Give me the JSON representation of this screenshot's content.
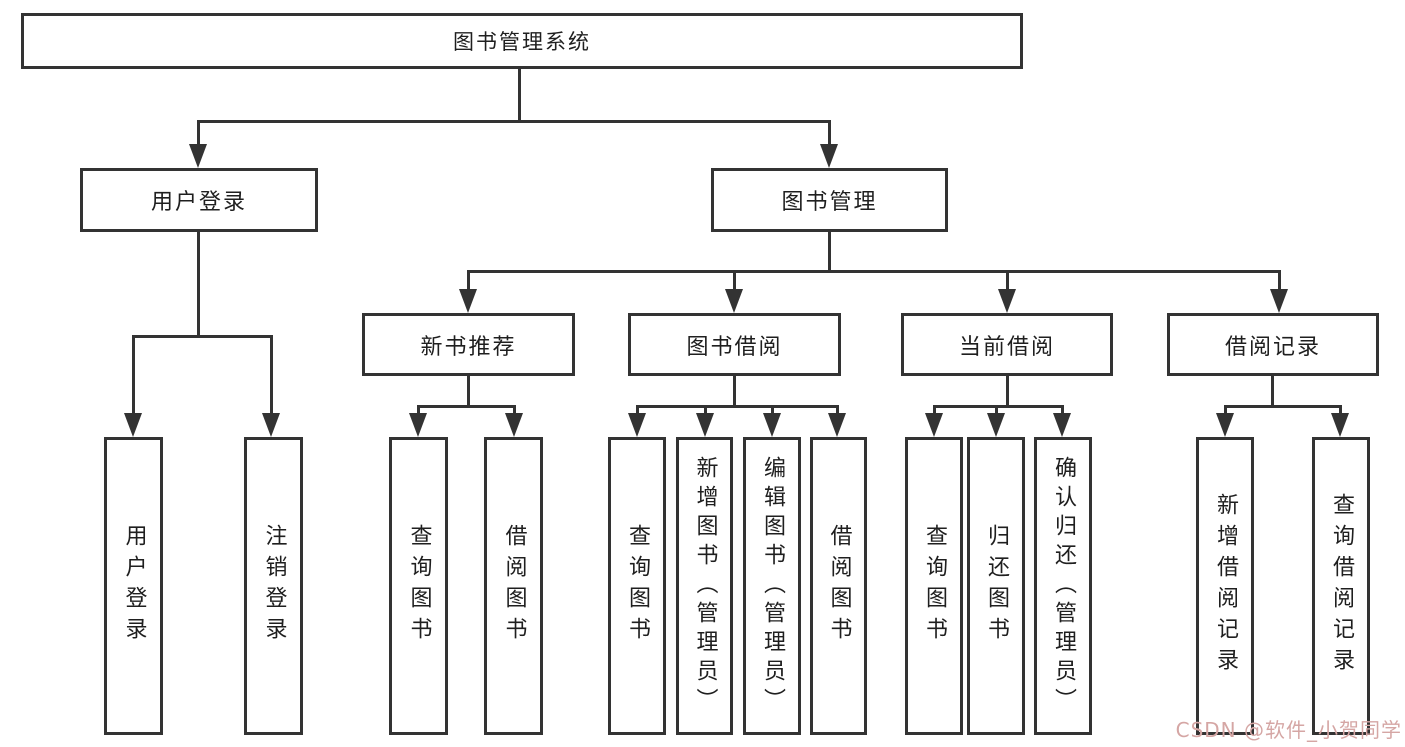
{
  "tree": {
    "label": "图书管理系统",
    "children": [
      {
        "label": "用户登录",
        "children": [
          {
            "label": "用户登录"
          },
          {
            "label": "注销登录"
          }
        ]
      },
      {
        "label": "图书管理",
        "children": [
          {
            "label": "新书推荐",
            "children": [
              {
                "label": "查询图书"
              },
              {
                "label": "借阅图书"
              }
            ]
          },
          {
            "label": "图书借阅",
            "children": [
              {
                "label": "查询图书"
              },
              {
                "label": "新增图书（管理员）"
              },
              {
                "label": "编辑图书（管理员）"
              },
              {
                "label": "借阅图书"
              }
            ]
          },
          {
            "label": "当前借阅",
            "children": [
              {
                "label": "查询图书"
              },
              {
                "label": "归还图书"
              },
              {
                "label": "确认归还（管理员）"
              }
            ]
          },
          {
            "label": "借阅记录",
            "children": [
              {
                "label": "新增借阅记录"
              },
              {
                "label": "查询借阅记录"
              }
            ]
          }
        ]
      }
    ]
  },
  "watermark": {
    "text": "CSDN @软件_小贺同学",
    "color": "#d5a6a4"
  },
  "colors": {
    "line": "#333333",
    "text": "#1f1f1f",
    "background": "#ffffff"
  }
}
